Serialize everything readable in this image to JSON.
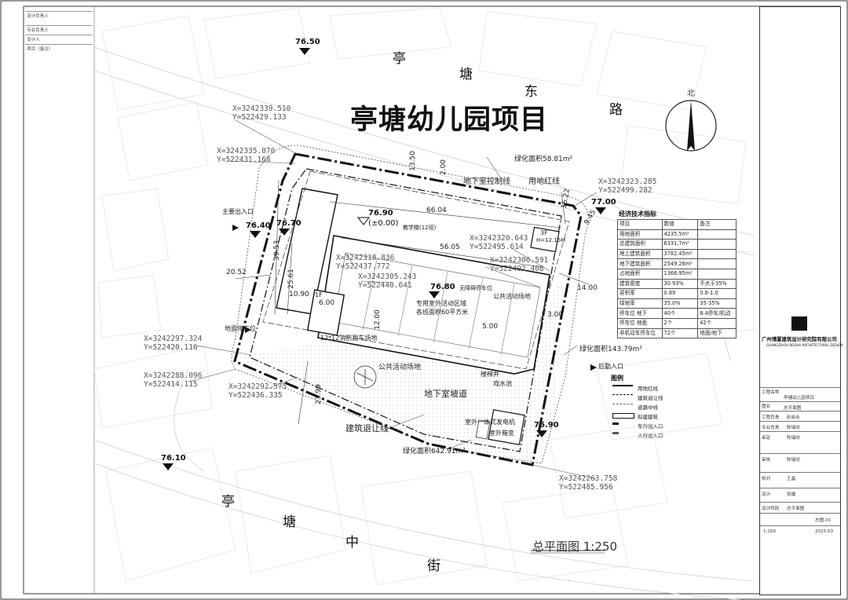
{
  "title": "亭塘幼儿园项目",
  "scale_label": "总平面图 1:250",
  "roads": {
    "north": [
      "亭",
      "塘",
      "东",
      "路"
    ],
    "south": [
      "亭",
      "塘",
      "中",
      "街"
    ]
  },
  "elevations": {
    "e1": "76.50",
    "e2": "77.00",
    "e3": "76.40",
    "e4": "76.70",
    "e5": "76.90",
    "e5_sub": "(±0.00)",
    "e6": "76.80",
    "e7": "76.90",
    "e8": "76.10"
  },
  "coords": [
    {
      "x": "X=3242339.510",
      "y": "Y=522429.133"
    },
    {
      "x": "X=3242335.070",
      "y": "Y=522431.168"
    },
    {
      "x": "X=3242323.285",
      "y": "Y=522499.282"
    },
    {
      "x": "X=3242320.643",
      "y": "Y=522495.614"
    },
    {
      "x": "X=3242318.836",
      "y": "Y=522437.772"
    },
    {
      "x": "X=3242306.591",
      "y": "Y=522492.408"
    },
    {
      "x": "X=3242305.243",
      "y": "Y=522440.641"
    },
    {
      "x": "X=3242297.324",
      "y": "Y=522420.116"
    },
    {
      "x": "X=3242288.096",
      "y": "Y=522414.115"
    },
    {
      "x": "X=3242292.575",
      "y": "Y=522436.335"
    },
    {
      "x": "X=3242263.758",
      "y": "Y=522485.956"
    }
  ],
  "labels": {
    "green_top": "绿化面积58.81m²",
    "underground_line": "地下室控制线",
    "red_line": "用地红线",
    "teaching": "教学楼(12班)",
    "floors_3f": "3F",
    "height": "H=12.15M",
    "main_entrance": "主要出入口",
    "parking": "地面停车位",
    "special_area": "专用室外活动区域",
    "special_area2": "各班面积60平方米",
    "pickup": "无障碍停车位",
    "public_area": "公共活动场地",
    "track": "12*12消防跑车场地",
    "floors_1f": "1F",
    "public_area2": "公共活动场地",
    "underground_slope": "地下室坡道",
    "stair": "楼梯井",
    "green_right": "绿化面积143.79m²",
    "rear_entrance": "后勤入口",
    "sandpit": "戏水池",
    "setback": "建筑退让线",
    "generator": "室外一体式发电机",
    "transformer": "室外箱变",
    "green_bottom": "绿化面积642.91m²",
    "north_char": "北"
  },
  "dims": [
    "66.04",
    "56.05",
    "39.53",
    "25.61",
    "20.52",
    "10.90",
    "6.00",
    "12.00",
    "15.22",
    "9.45",
    "14.00",
    "3.00",
    "23.99",
    "5.00",
    "13.50",
    "2.00"
  ],
  "eco": {
    "title": "经济技术指标",
    "header": [
      "项目",
      "数值",
      "备注"
    ],
    "rows": [
      [
        "用地面积",
        "4235.5m²",
        ""
      ],
      [
        "总建筑面积",
        "6331.7m²",
        ""
      ],
      [
        "地上建筑面积",
        "3782.45m²",
        ""
      ],
      [
        "地下建筑面积",
        "2549.26m²",
        ""
      ],
      [
        "占地面积",
        "1366.95m²",
        ""
      ],
      [
        "建筑密度",
        "30.93%",
        "不大于35%"
      ],
      [
        "容积率",
        "0.89",
        "0.8-1.0"
      ],
      [
        "绿地率",
        "35.0%",
        "35-35%"
      ],
      [
        "停车位 地下",
        "40个",
        "8.4停车/机动"
      ],
      [
        "停车位 地面",
        "2个",
        "42个"
      ],
      [
        "非机动车停车位",
        "72个",
        "地面/地下"
      ]
    ]
  },
  "legend": {
    "title": "图例",
    "items": [
      "用地红线",
      "建筑退让线",
      "道路中线",
      "拟建建筑",
      "车行出入口",
      "人行出入口"
    ]
  },
  "titleblock": {
    "company": "广州博厦建筑设计研究院有限公司",
    "company_en": "GUANGZHOU BOSHA ARCHITECTURAL DESIGN",
    "project_label": "工程名称",
    "project_name": "亭塘幼儿园项目",
    "drawing_label": "图名",
    "drawing_name": "总平面图",
    "rows": [
      [
        "工程负责",
        "赵启永"
      ],
      [
        "专业负责",
        "陈瑞欣"
      ],
      [
        "审定",
        "陈瑞欣"
      ],
      [
        "审核",
        "陈瑞欣"
      ],
      [
        "校对",
        "王晶"
      ],
      [
        "设计",
        "张婕"
      ]
    ],
    "stage_label": "设计阶段",
    "stage": "总平面图",
    "scale": "1:250",
    "date": "2025.03",
    "number": "总图-01"
  },
  "leftmargin": [
    "设计负责人",
    "专业负责人",
    "设计人",
    "项目（备注）"
  ]
}
